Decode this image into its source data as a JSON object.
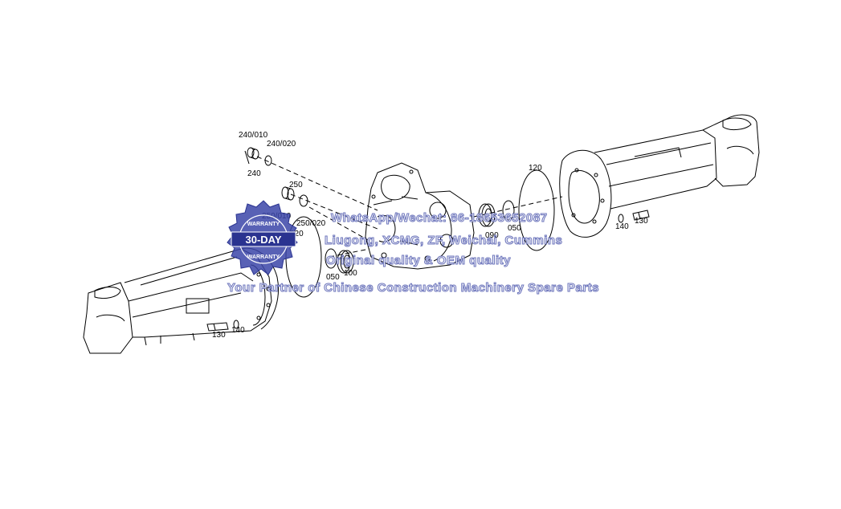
{
  "callouts": {
    "c240_010": "240/010",
    "c240_020": "240/020",
    "c240": "240",
    "c250": "250",
    "c250_010": "250/010",
    "c250_020": "250/020",
    "c120_left": "120",
    "c050_left": "050",
    "c100": "100",
    "c090": "090",
    "c050_right": "050",
    "c120_right": "120",
    "c140_right": "140",
    "c130_right": "130",
    "c130_left": "130",
    "c140_left": "140"
  },
  "watermark": {
    "line1": "WhatsApp/Wechat: 86-18653652087",
    "line2": "Liugong, XCMG, ZF, Weichai, Cummins",
    "line3": "Original quality & OEM quality",
    "line4": "Your Partner of Chinese Construction Machinery Spare Parts"
  },
  "seal": {
    "top_text": "WARRANTY",
    "center_text": "30-DAY",
    "bottom_text": "WARRANTY"
  },
  "colors": {
    "line": "#000000",
    "seal": "#3b45a8",
    "watermark_stroke": "#4650aa"
  }
}
